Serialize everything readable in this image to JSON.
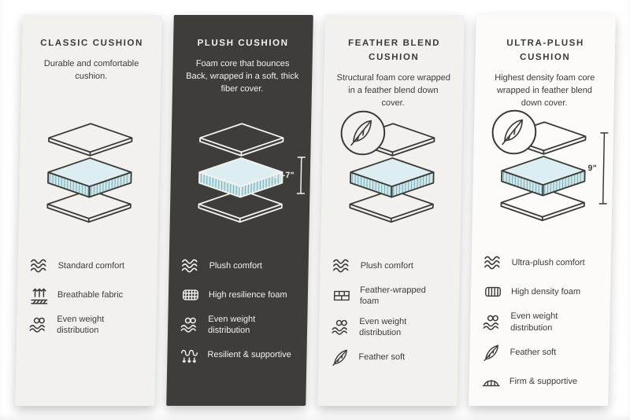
{
  "board": {
    "background": "#ffffff"
  },
  "colors": {
    "card_light": "#f2f1ee",
    "card_dark": "#3e3d3a",
    "card_white": "#fcfbf9",
    "ink": "#3b3a37",
    "foam_top": "#dceef1",
    "foam_side": "#cfe8ec"
  },
  "cards": [
    {
      "title": "CLASSIC CUSHION",
      "description": "Durable and comfortable cushion.",
      "features": [
        {
          "icon": "comfort-waves-icon",
          "label": "Standard comfort"
        },
        {
          "icon": "breathable-fabric-icon",
          "label": "Breathable fabric"
        },
        {
          "icon": "even-weight-distribution-icon",
          "label": "Even weight distribution"
        }
      ]
    },
    {
      "title": "PLUSH CUSHION",
      "description": "Foam core that bounces Back, wrapped in a soft, thick fiber cover.",
      "measurement": "6\"-7\"",
      "features": [
        {
          "icon": "comfort-waves-icon",
          "label": "Plush comfort"
        },
        {
          "icon": "high-resilience-foam-icon",
          "label": "High resilience foam"
        },
        {
          "icon": "even-weight-distribution-icon",
          "label": "Even weight distribution"
        },
        {
          "icon": "resilient-supportive-icon",
          "label": "Resilient & supportive"
        }
      ]
    },
    {
      "title": "FEATHER BLEND CUSHION",
      "description": "Structural foam core wrapped in a feather blend down cover.",
      "features": [
        {
          "icon": "comfort-waves-icon",
          "label": "Plush comfort"
        },
        {
          "icon": "feather-wrapped-foam-icon",
          "label": "Feather-wrapped foam"
        },
        {
          "icon": "even-weight-distribution-icon",
          "label": "Even weight distribution"
        },
        {
          "icon": "feather-soft-icon",
          "label": "Feather soft"
        }
      ]
    },
    {
      "title": "ULTRA-PLUSH CUSHION",
      "description": "Highest density foam core wrapped in feather blend down cover.",
      "measurement": "9\"",
      "features": [
        {
          "icon": "comfort-waves-icon",
          "label": "Ultra-plush comfort"
        },
        {
          "icon": "high-density-foam-icon",
          "label": "High density foam"
        },
        {
          "icon": "even-weight-distribution-icon",
          "label": "Even weight distribution"
        },
        {
          "icon": "feather-soft-icon",
          "label": "Feather soft"
        },
        {
          "icon": "firm-supportive-icon",
          "label": "Firm & supportive"
        }
      ]
    }
  ]
}
